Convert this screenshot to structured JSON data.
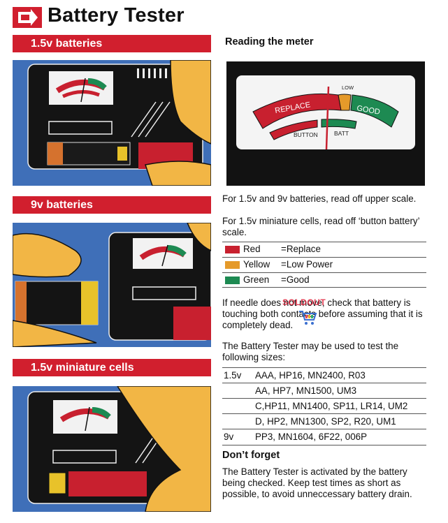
{
  "header": {
    "title": "Battery Tester"
  },
  "sections": {
    "s1": "1.5v batteries",
    "s2": "9v batteries",
    "s3": "1.5v miniature cells"
  },
  "meter": {
    "heading": "Reading the meter",
    "low_label": "LOW",
    "replace_label": "REPLACE",
    "good_label": "GOOD",
    "button_label": "BUTTON",
    "batt_label": "BATT"
  },
  "instructions": {
    "p1": "For 1.5v and 9v batteries, read off upper scale.",
    "p2": "For 1.5v miniature cells, read off ‘button battery’ scale."
  },
  "legend": [
    {
      "name": "Red",
      "meaning": "=Replace",
      "color": "#c8202f"
    },
    {
      "name": "Yellow",
      "meaning": "=Low Power",
      "color": "#e59a2a"
    },
    {
      "name": "Green",
      "meaning": "=Good",
      "color": "#1d8a52"
    }
  ],
  "notes": {
    "needle": "If needle does not move, check that battery is touching both contacts before assuming that it is completely dead.",
    "sizes_intro": "The Battery Tester may be used to test the following sizes:"
  },
  "sizes": [
    {
      "voltage": "1.5v",
      "list": "AAA, HP16, MN2400, R03"
    },
    {
      "voltage": "",
      "list": "AA, HP7, MN1500, UM3"
    },
    {
      "voltage": "",
      "list": "C,HP11, MN1400, SP11, LR14, UM2"
    },
    {
      "voltage": "",
      "list": "D, HP2, MN1300, SP2, R20, UM1"
    },
    {
      "voltage": "9v",
      "list": "PP3, MN1604, 6F22, 006P"
    }
  ],
  "dont_forget": {
    "heading": "Don’t forget",
    "text": "The Battery Tester is activated by the battery being checked. Keep test times as short as possible, to avoid unneccessary battery drain."
  },
  "watermark": {
    "text": "SOLDOUT"
  },
  "colors": {
    "accent_red": "#d11f2e",
    "device_black": "#141414",
    "background_blue": "#3f6fb8",
    "hand_skin": "#f2b645"
  }
}
